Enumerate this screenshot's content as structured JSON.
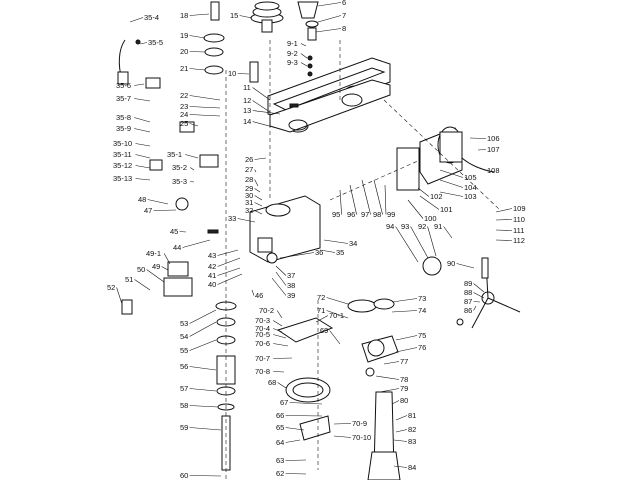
{
  "diagram": {
    "labels": [
      "18",
      "15",
      "6",
      "7",
      "8",
      "19",
      "20",
      "21",
      "9-1",
      "9-2",
      "9-3",
      "10",
      "11",
      "12",
      "13",
      "14",
      "22",
      "23",
      "24",
      "25",
      "26",
      "27",
      "28",
      "29",
      "30",
      "31",
      "32",
      "33",
      "35-4",
      "35-5",
      "35-6",
      "35-7",
      "35-8",
      "35-9",
      "35-10",
      "35-11",
      "35-12",
      "35-13",
      "35-1",
      "35-2",
      "35-3",
      "48",
      "47",
      "45",
      "44",
      "49-1",
      "49",
      "50",
      "51",
      "52",
      "43",
      "42",
      "41",
      "40",
      "46",
      "36",
      "37",
      "38",
      "39",
      "34",
      "35",
      "95",
      "96",
      "97",
      "98",
      "99",
      "100",
      "101",
      "102",
      "103",
      "104",
      "105",
      "106",
      "107",
      "108",
      "109",
      "110",
      "111",
      "112",
      "94",
      "93",
      "92",
      "91",
      "90",
      "89",
      "88",
      "87",
      "86",
      "72",
      "71",
      "73",
      "74",
      "75",
      "76",
      "77",
      "78",
      "79",
      "80",
      "81",
      "82",
      "83",
      "84",
      "70-1",
      "70-2",
      "70-3",
      "70-4",
      "70-5",
      "70-6",
      "70-7",
      "70-8",
      "69",
      "68",
      "67",
      "66",
      "65",
      "64",
      "63",
      "62",
      "70-9",
      "70-10",
      "53",
      "54",
      "55",
      "56",
      "57",
      "58",
      "59",
      "60"
    ]
  }
}
